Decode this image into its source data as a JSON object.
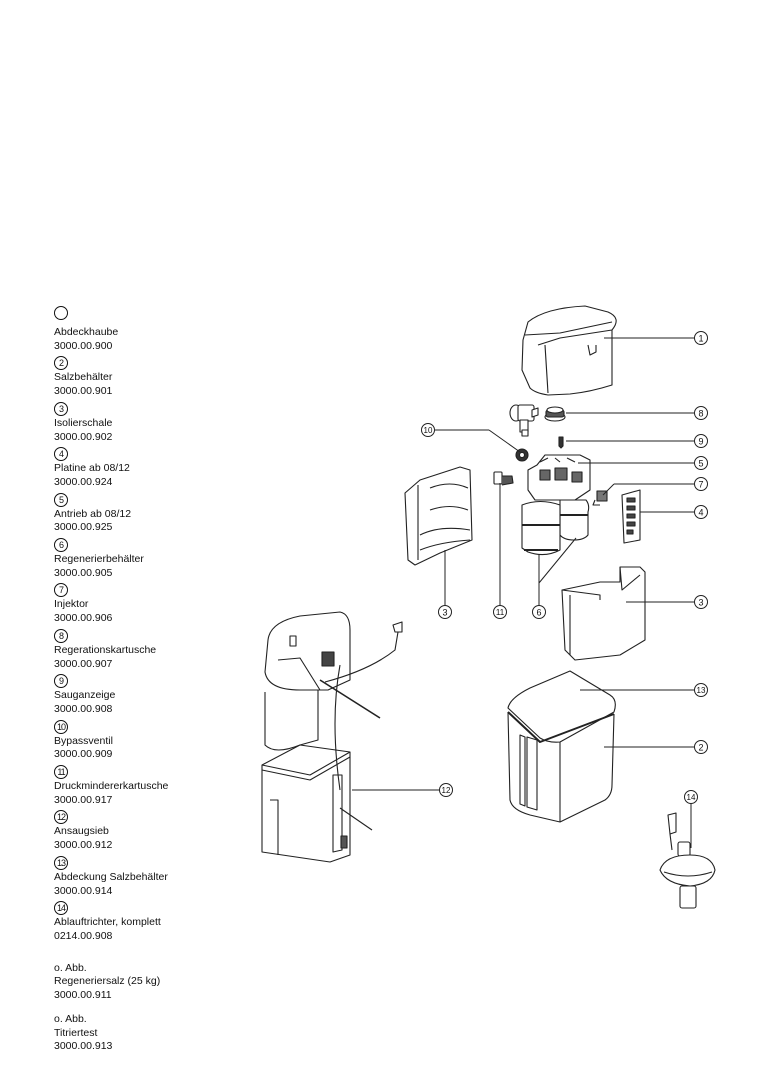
{
  "parts": [
    {
      "number": "1",
      "show_number": false,
      "name": "Abdeckhaube",
      "article": "3000.00.900"
    },
    {
      "number": "2",
      "show_number": true,
      "name": "Salzbehälter",
      "article": "3000.00.901"
    },
    {
      "number": "3",
      "show_number": true,
      "name": "Isolierschale",
      "article": "3000.00.902"
    },
    {
      "number": "4",
      "show_number": true,
      "name": "Platine ab 08/12",
      "article": "3000.00.924"
    },
    {
      "number": "5",
      "show_number": true,
      "name": "Antrieb ab 08/12",
      "article": "3000.00.925"
    },
    {
      "number": "6",
      "show_number": true,
      "name": "Regenerierbehälter",
      "article": "3000.00.905"
    },
    {
      "number": "7",
      "show_number": true,
      "name": "Injektor",
      "article": "3000.00.906"
    },
    {
      "number": "8",
      "show_number": true,
      "name": "Regerationskartusche",
      "article": "3000.00.907"
    },
    {
      "number": "9",
      "show_number": true,
      "name": "Sauganzeige",
      "article": "3000.00.908"
    },
    {
      "number": "10",
      "show_number": true,
      "name": "Bypassventil",
      "article": "3000.00.909"
    },
    {
      "number": "11",
      "show_number": true,
      "name": "Druckmindererkartusche",
      "article": "3000.00.917"
    },
    {
      "number": "12",
      "show_number": true,
      "name": "Ansaugsieb",
      "article": "3000.00.912"
    },
    {
      "number": "13",
      "show_number": true,
      "name": "Abdeckung Salzbehälter",
      "article": "3000.00.914"
    },
    {
      "number": "14",
      "show_number": true,
      "name": "Ablauftrichter, komplett",
      "article": "0214.00.908"
    }
  ],
  "extras": [
    {
      "note": "o. Abb.",
      "name": "Regeneriersalz (25 kg)",
      "article": "3000.00.911"
    },
    {
      "note": "o. Abb.",
      "name": "Titriertest",
      "article": "3000.00.913"
    }
  ],
  "callouts": {
    "c1": "1",
    "c8": "8",
    "c9": "9",
    "c10": "10",
    "c5": "5",
    "c7": "7",
    "c4": "4",
    "c3a": "3",
    "c11": "11",
    "c6": "6",
    "c3b": "3",
    "c13": "13",
    "c2": "2",
    "c12": "12",
    "c14": "14"
  }
}
